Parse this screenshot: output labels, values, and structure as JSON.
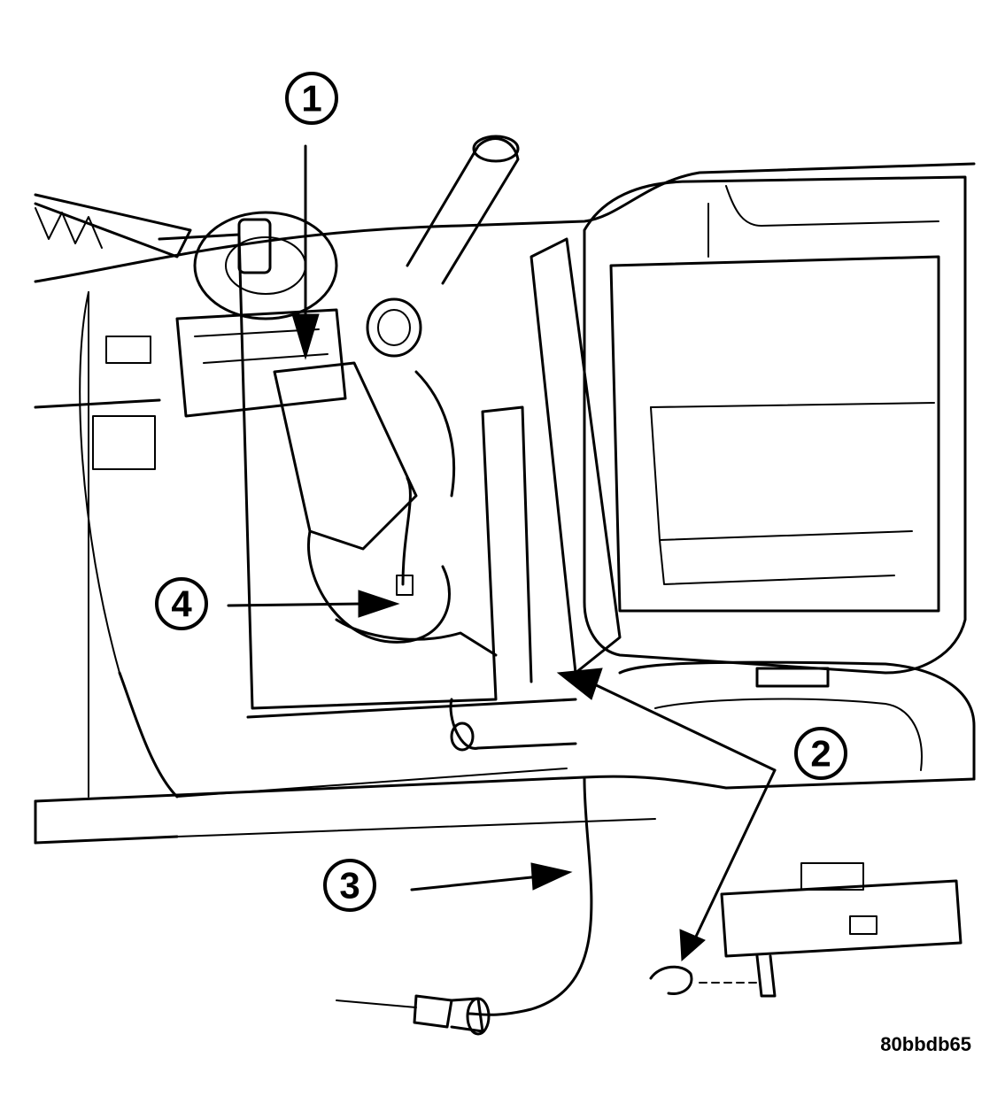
{
  "callouts": {
    "c1": "1",
    "c2": "2",
    "c3": "3",
    "c4": "4"
  },
  "figure_code": "80bbdb65",
  "colors": {
    "ink": "#000000",
    "paper": "#ffffff"
  }
}
